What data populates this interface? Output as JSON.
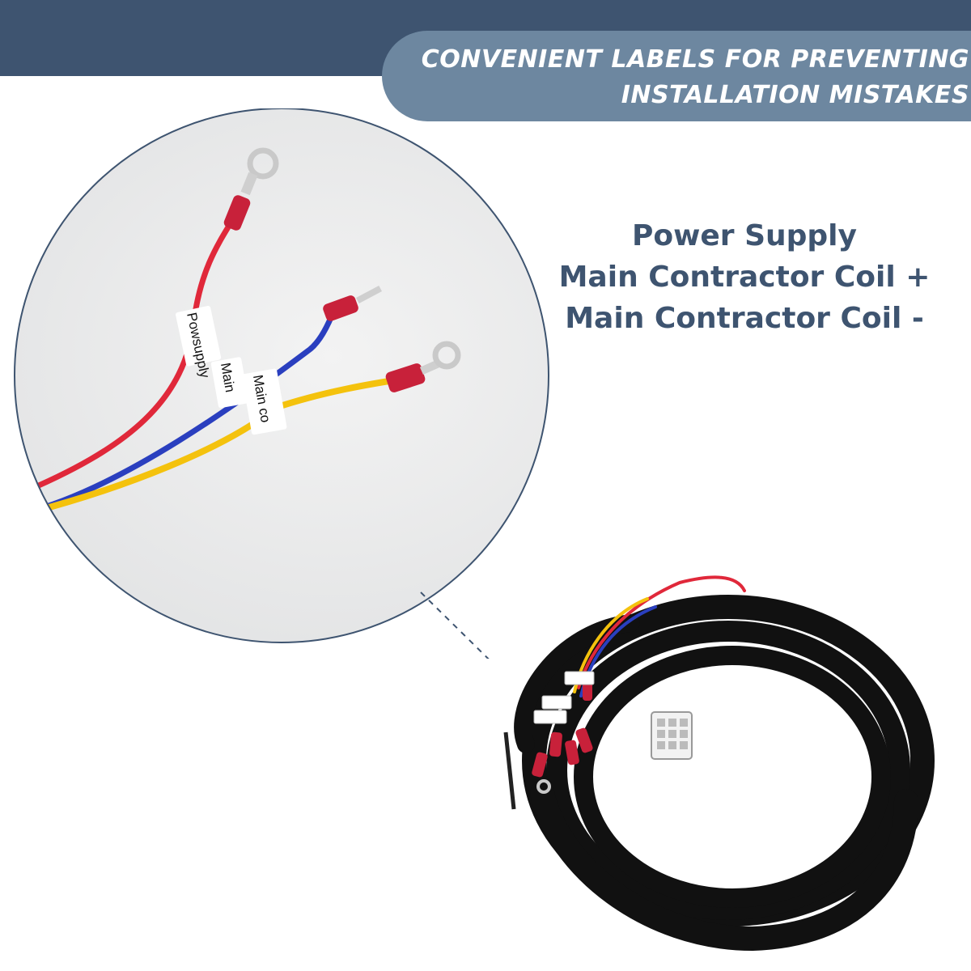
{
  "header": {
    "line1": "CONVENIENT LABELS FOR PREVENTING",
    "line2": "INSTALLATION MISTAKES"
  },
  "labels": [
    "Power Supply",
    "Main Contractor Coil +",
    "Main Contractor Coil -"
  ],
  "wire_tags": {
    "tag1": "Powsupply",
    "tag2": "Main",
    "tag3": "Main co"
  },
  "colors": {
    "band": "#3e5470",
    "pill": "#6d87a0",
    "label_text": "#3e5470",
    "wire_red": "#e0283a",
    "wire_blue": "#2a3fbf",
    "wire_yellow": "#f4c20d",
    "terminal": "#c8213a",
    "conduit": "#111111"
  }
}
